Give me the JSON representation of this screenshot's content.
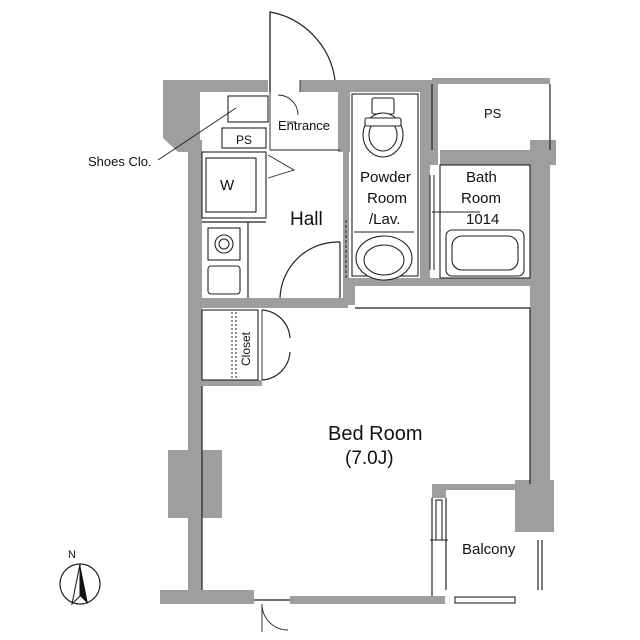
{
  "labels": {
    "entrance": "Entrance",
    "ps_entrance": "PS",
    "ps_top": "PS",
    "shoes": "Shoes Clo.",
    "washer": "W",
    "hall": "Hall",
    "powder_1": "Powder",
    "powder_2": "Room",
    "powder_3": "/Lav.",
    "bath_1": "Bath",
    "bath_2": "Room",
    "bath_3": "1014",
    "closet": "Closet",
    "bedroom_1": "Bed Room",
    "bedroom_2": "(7.0J)",
    "balcony": "Balcony",
    "north": "N"
  },
  "colors": {
    "wall": "#9e9e9e",
    "line": "#222222",
    "background": "#ffffff"
  },
  "icons": {
    "compass": "north-arrow-icon",
    "toilet": "toilet-icon",
    "sink": "sink-icon",
    "bathtub": "bathtub-icon",
    "stove": "stove-icon",
    "washer": "washing-machine-icon"
  }
}
